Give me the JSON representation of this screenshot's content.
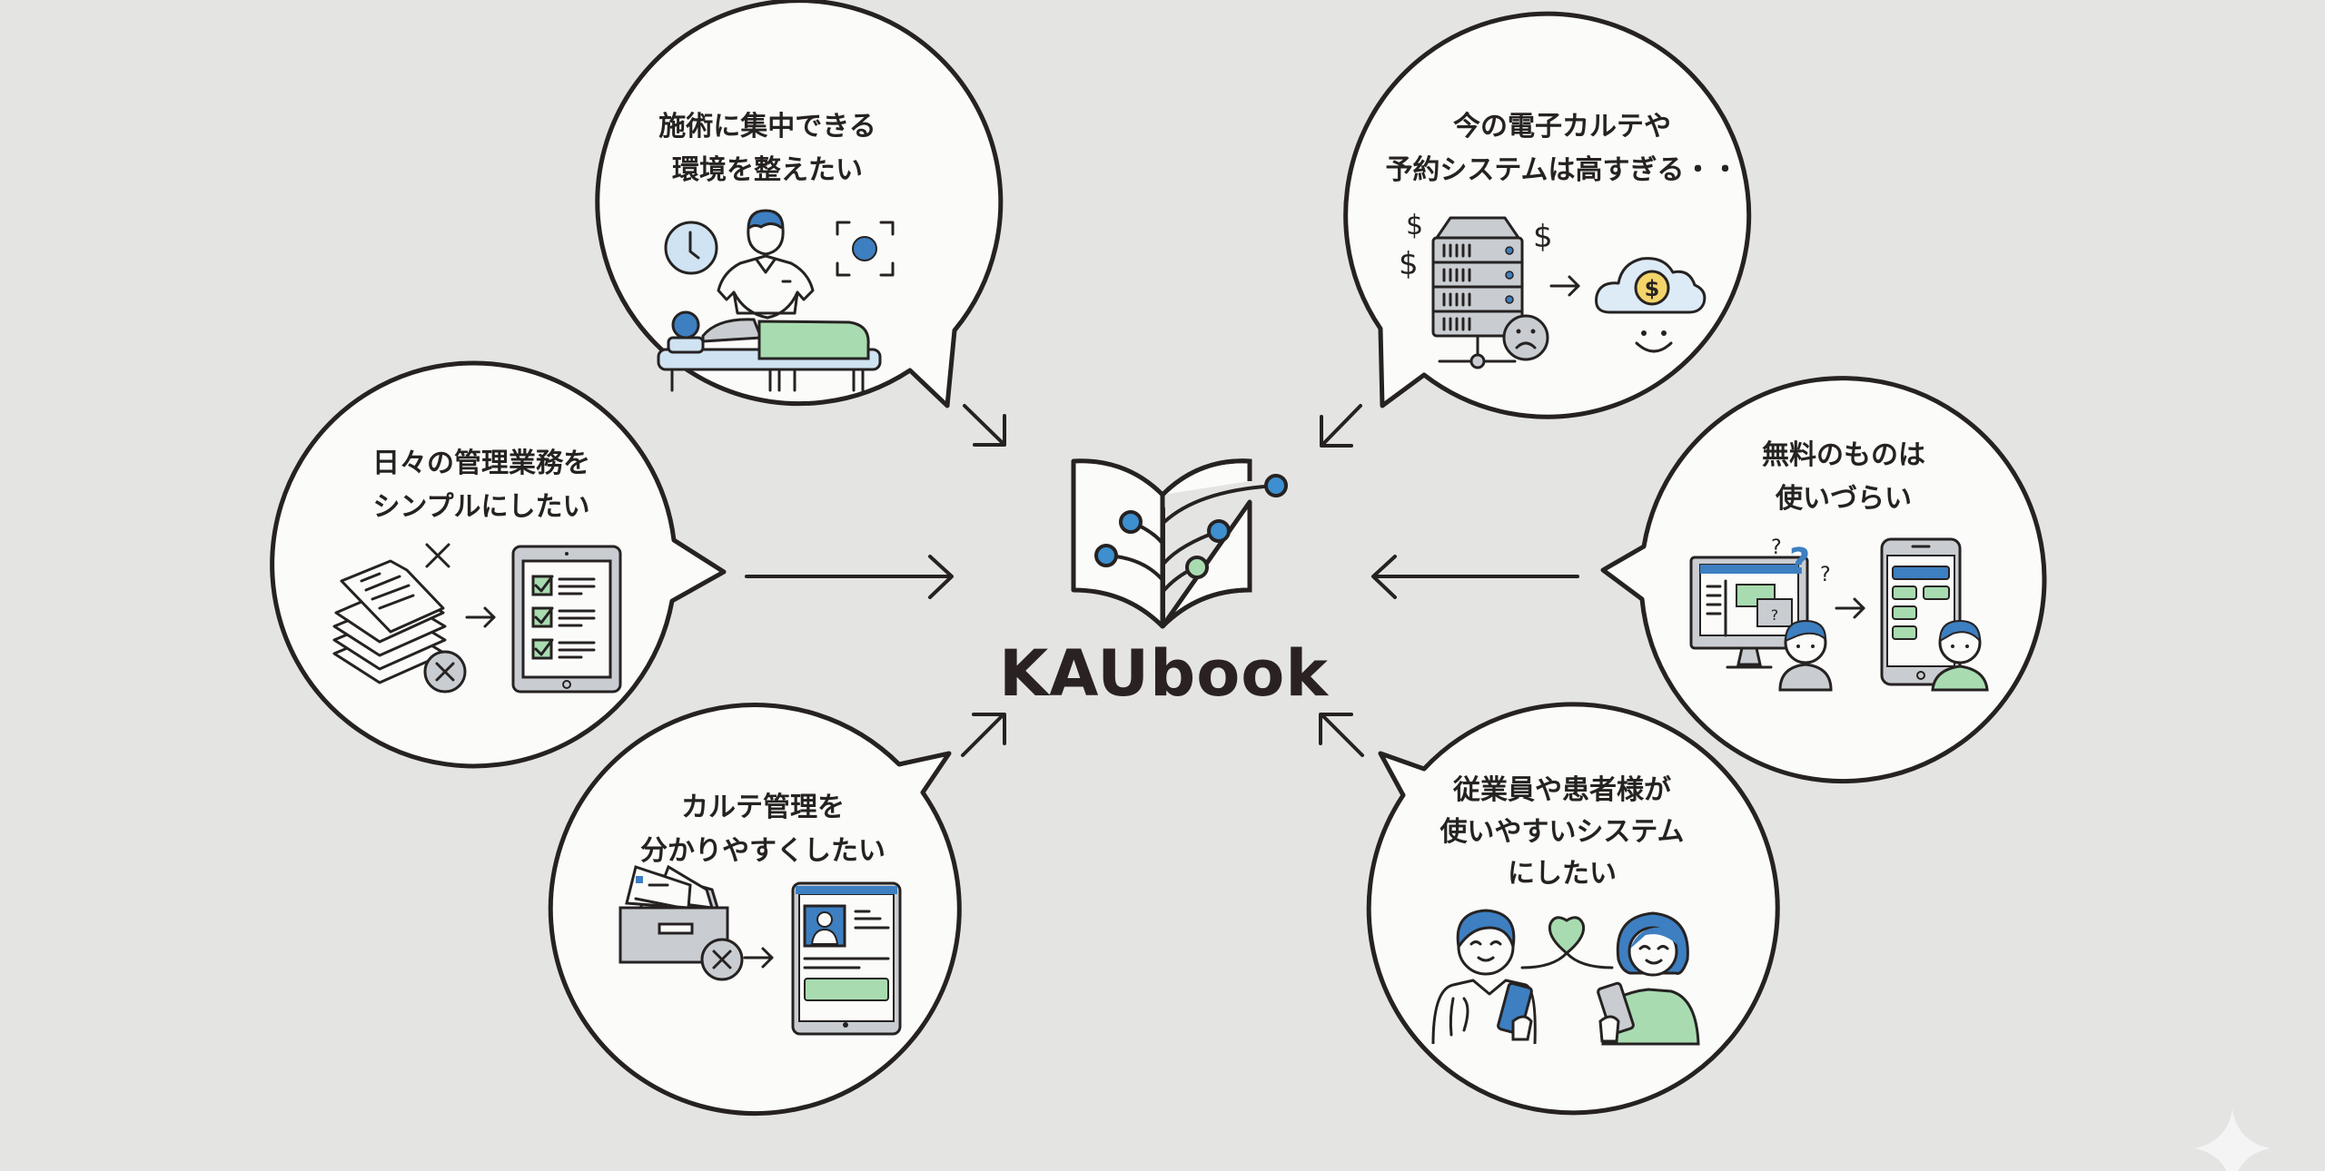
{
  "brand": {
    "name": "KAUbook"
  },
  "bubbles": [
    {
      "id": "focus-on-treatment",
      "lines": [
        "施術に集中できる",
        "環境を整えたい"
      ]
    },
    {
      "id": "systems-too-expensive",
      "lines": [
        "今の電子カルテや",
        "予約システムは高すぎる・・"
      ]
    },
    {
      "id": "simplify-daily-admin",
      "lines": [
        "日々の管理業務を",
        "シンプルにしたい"
      ]
    },
    {
      "id": "free-tools-hard-to-use",
      "lines": [
        "無料のものは",
        "使いづらい"
      ]
    },
    {
      "id": "clear-record-management",
      "lines": [
        "カルテ管理を",
        "分かりやすくしたい"
      ]
    },
    {
      "id": "easy-for-staff-and-patients",
      "lines": [
        "従業員や患者様が",
        "使いやすいシステム",
        "にしたい"
      ]
    }
  ],
  "illustration_symbols": {
    "currency": "$",
    "question": "?"
  },
  "colors": {
    "background": "#e4e4e3",
    "bubble_fill": "#fbfbfa",
    "outline": "#262222",
    "accent_blue": "#3d7fc1",
    "accent_green": "#a8dcb0",
    "light_blue": "#cfe3f2",
    "gray": "#c9cdd1",
    "coin_yellow": "#f3d46a"
  }
}
